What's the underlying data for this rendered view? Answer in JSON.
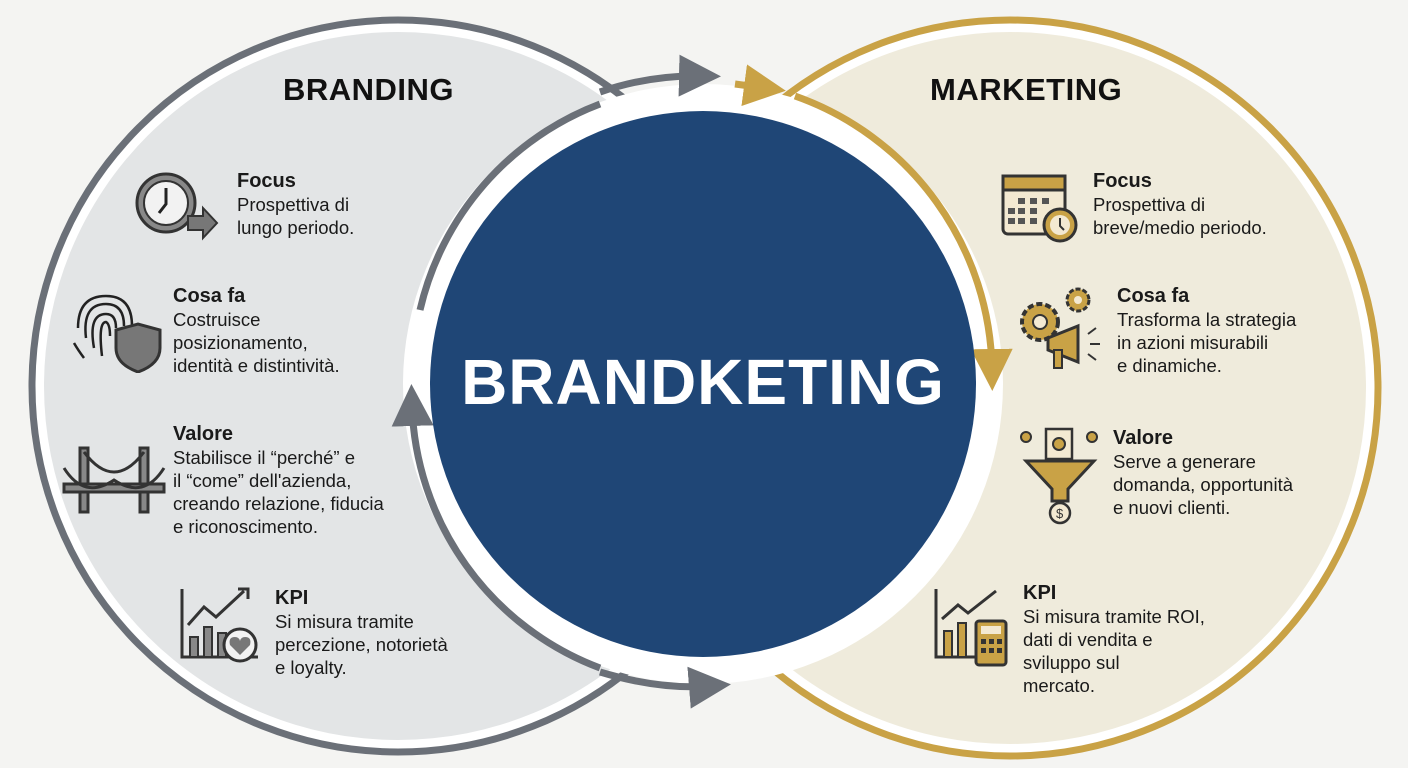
{
  "center_label": "BRANDKETING",
  "colors": {
    "branding": "#6b7078",
    "marketing": "#c9a246",
    "center": "#1f4676"
  },
  "branding": {
    "title": "BRANDING",
    "items": [
      {
        "title": "Focus",
        "text": "Prospettiva di\nlungo periodo.",
        "icon": "clock-arrow-icon"
      },
      {
        "title": "Cosa fa",
        "text": "Costruisce\nposizionamento,\nidentità e distintività.",
        "icon": "fingerprint-shield-icon"
      },
      {
        "title": "Valore",
        "text": "Stabilisce il “perché” e\nil “come” dell'azienda,\ncreando relazione, fiducia\ne riconoscimento.",
        "icon": "bridge-icon"
      },
      {
        "title": "KPI",
        "text": "Si misura tramite\npercezione, notorietà\ne loyalty.",
        "icon": "chart-heart-icon"
      }
    ]
  },
  "marketing": {
    "title": "MARKETING",
    "items": [
      {
        "title": "Focus",
        "text": "Prospettiva di\nbreve/medio periodo.",
        "icon": "calendar-stopwatch-icon"
      },
      {
        "title": "Cosa fa",
        "text": "Trasforma la strategia\nin azioni misurabili\ne dinamiche.",
        "icon": "gears-megaphone-icon"
      },
      {
        "title": "Valore",
        "text": "Serve a generare\ndomanda, opportunità\ne nuovi clienti.",
        "icon": "funnel-money-icon"
      },
      {
        "title": "KPI",
        "text": "Si misura tramite ROI,\ndati di vendita e\nsviluppo sul\nmercato.",
        "icon": "chart-calculator-icon"
      }
    ]
  }
}
